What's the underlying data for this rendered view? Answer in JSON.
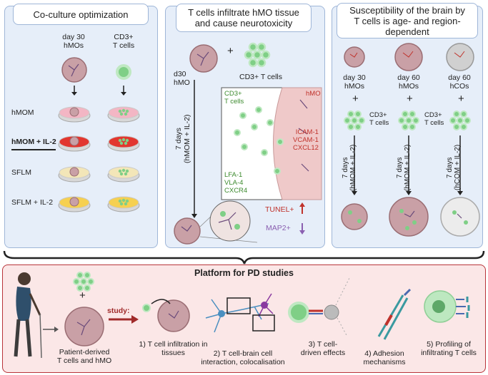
{
  "panel1": {
    "title": "Co-culture optimization",
    "col1": "day 30\nhMOs",
    "col2": "CD3+\nT cells",
    "rows": [
      "hMOM",
      "hMOM + IL-2",
      "SFLM",
      "SFLM + IL-2"
    ],
    "dish_colors": [
      "#f3b6c4",
      "#e2362f",
      "#f3e6b8",
      "#f6d050"
    ]
  },
  "panel2": {
    "title": "T cells infiltrate hMO tissue\nand cause neurotoxicity",
    "d30": "d30\nhMO",
    "plus": "+",
    "cd3": "CD3+ T cells",
    "days": "7 days\n(hMOM + IL-2)",
    "inset_tcells": "CD3+\nT cells",
    "inset_hmo": "hMO",
    "inset_markers": "LFA-1\nVLA-4\nCXCR4",
    "inset_ligands": "ICAM-1\nVCAM-1\nCXCL12",
    "tunel": "TUNEL+",
    "map2": "MAP2+"
  },
  "panel3": {
    "title": "Susceptibility of the brain by\nT cells is age- and region-\ndependent",
    "cols": [
      {
        "label": "day 30\nhMOs",
        "days": "7 days\n(hMOM + IL-2)"
      },
      {
        "label": "day 60\nhMOs",
        "days": "7 days\n(hMOM + IL-2)"
      },
      {
        "label": "day 60\nhCOs",
        "days": "7 days\n(hCOM + IL-2)"
      }
    ],
    "cd3": "CD3+\nT cells",
    "plus": "+"
  },
  "bottom": {
    "title": "Platform for PD studies",
    "patient": "Patient-derived\nT cells and hMO",
    "plus": "+",
    "study": "study:",
    "steps": [
      "1) T cell infiltration in\ntissues",
      "2) T cell-brain cell\ninteraction, colocalisation",
      "3) T cell-\ndriven effects",
      "4) Adhesion\nmechanisms",
      "5) Profiling of\ninfiltrating T cells"
    ]
  },
  "colors": {
    "panel_bg": "#e6eef9",
    "panel_border": "#9fb6d8",
    "bottom_bg": "#fbe7e7",
    "bottom_border": "#b8343a",
    "organoid": "#c9a0a6",
    "tcell": "#7fcf86"
  }
}
